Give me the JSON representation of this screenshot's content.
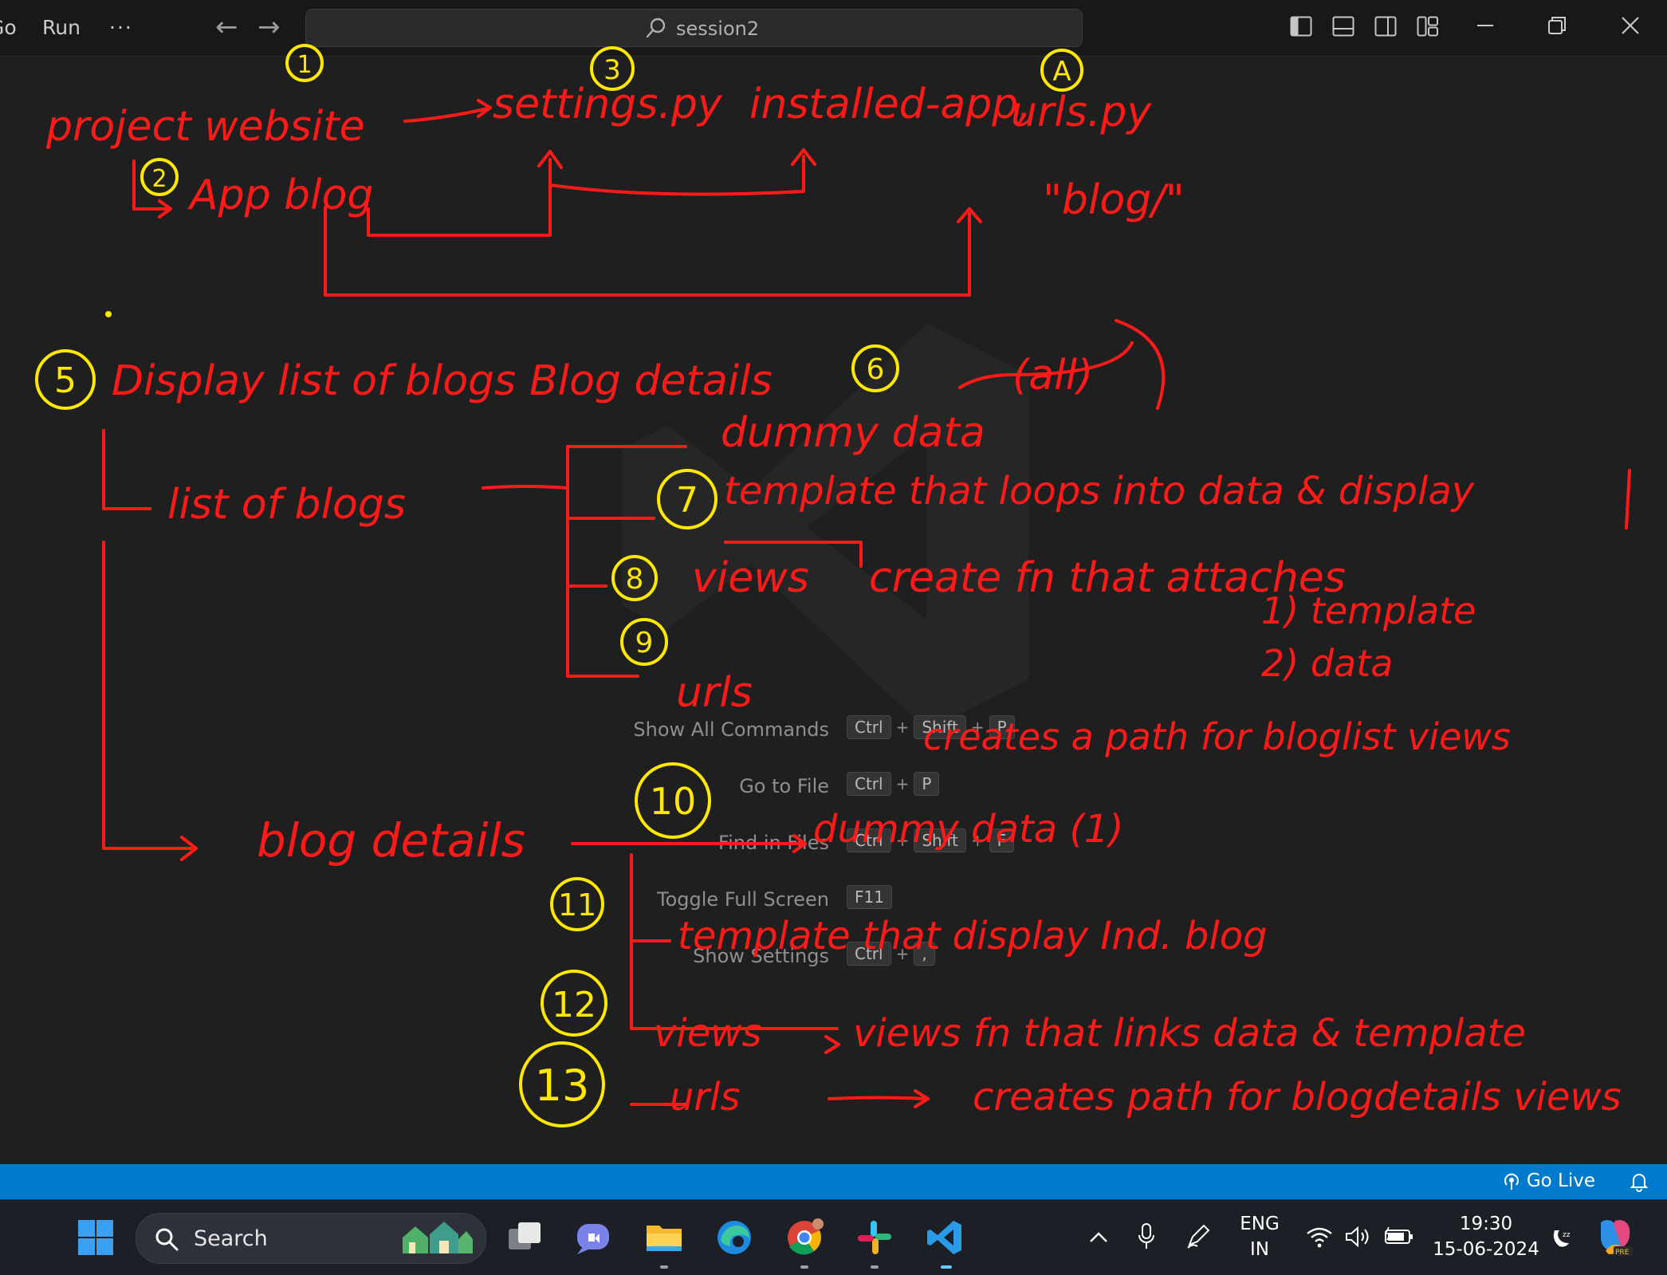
{
  "titlebar": {
    "menu": [
      "Go",
      "Run"
    ],
    "more": "···",
    "back": "←",
    "forward": "→",
    "search_text": "session2",
    "window_controls": [
      "minimize-icon",
      "restore-icon",
      "close-icon"
    ],
    "layout_icons": [
      "toggle-primary-sidebar-icon",
      "toggle-panel-icon",
      "toggle-secondary-sidebar-icon",
      "customize-layout-icon"
    ]
  },
  "shortcuts": [
    {
      "label": "Show All Commands",
      "keys": [
        "Ctrl",
        "Shift",
        "P"
      ]
    },
    {
      "label": "Go to File",
      "keys": [
        "Ctrl",
        "P"
      ]
    },
    {
      "label": "Find in Files",
      "keys": [
        "Ctrl",
        "Shift",
        "F"
      ]
    },
    {
      "label": "Toggle Full Screen",
      "keys": [
        "F11"
      ]
    },
    {
      "label": "Show Settings",
      "keys": [
        "Ctrl",
        ","
      ]
    }
  ],
  "annotations": {
    "numbers": [
      "1",
      "2",
      "3",
      "A",
      "5",
      "6",
      "7",
      "8",
      "9",
      "10",
      "11",
      "12",
      "13"
    ],
    "lines": {
      "project_website": "project website",
      "settings": "settings.py",
      "installed_app": "installed-app,",
      "urls_py": "urls.py",
      "app_blog": "App blog",
      "blog_path": "\"blog/\"",
      "display": "Display list of blogs",
      "blog_details_heading": "Blog details",
      "list_of_blogs": "list of blogs",
      "dummy_data": "dummy data",
      "all": "(all)",
      "template_loops": "template that loops into data & display",
      "views": "views",
      "create_fn": "create fn that attaches",
      "template_item": "1) template",
      "data_item": "2) data",
      "urls": "urls",
      "creates_path_list": "creates a path for bloglist views",
      "blog_details": "blog details",
      "dummy_data_one": "dummy data (1)",
      "template_individual": "template that display Ind. blog",
      "views_fn": "views fn that links data & template",
      "urls_detail": "urls",
      "creates_path_detail": "creates path for blogdetails views"
    }
  },
  "statusbar": {
    "go_live": "Go Live",
    "bell_icon": "bell-icon",
    "background_color": "#007acc"
  },
  "taskbar": {
    "search_label": "Search",
    "apps": [
      "start-icon",
      "task-view-icon",
      "teams-icon",
      "file-explorer-icon",
      "edge-icon",
      "chrome-icon",
      "slack-icon",
      "vscode-icon"
    ],
    "tray": {
      "lang_top": "ENG",
      "lang_bottom": "IN",
      "time": "19:30",
      "date": "15-06-2024"
    }
  }
}
